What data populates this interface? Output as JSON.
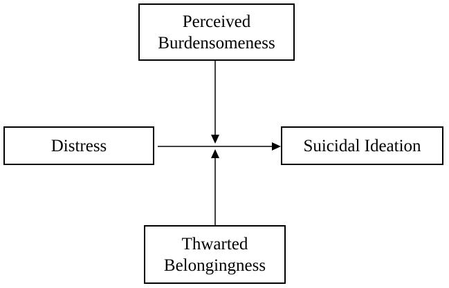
{
  "nodes": {
    "perceived_burdensomeness": {
      "line1": "Perceived",
      "line2": "Burdensomeness"
    },
    "distress": {
      "label": "Distress"
    },
    "suicidal_ideation": {
      "label": "Suicidal Ideation"
    },
    "thwarted_belongingness": {
      "line1": "Thwarted",
      "line2": "Belongingness"
    }
  },
  "edges": [
    {
      "from": "distress",
      "to": "suicidal_ideation"
    },
    {
      "from": "perceived_burdensomeness",
      "to": "distress-suicidal_ideation path"
    },
    {
      "from": "thwarted_belongingness",
      "to": "distress-suicidal_ideation path"
    }
  ],
  "colors": {
    "line": "#000000",
    "box_border": "#000000",
    "background": "#ffffff"
  }
}
